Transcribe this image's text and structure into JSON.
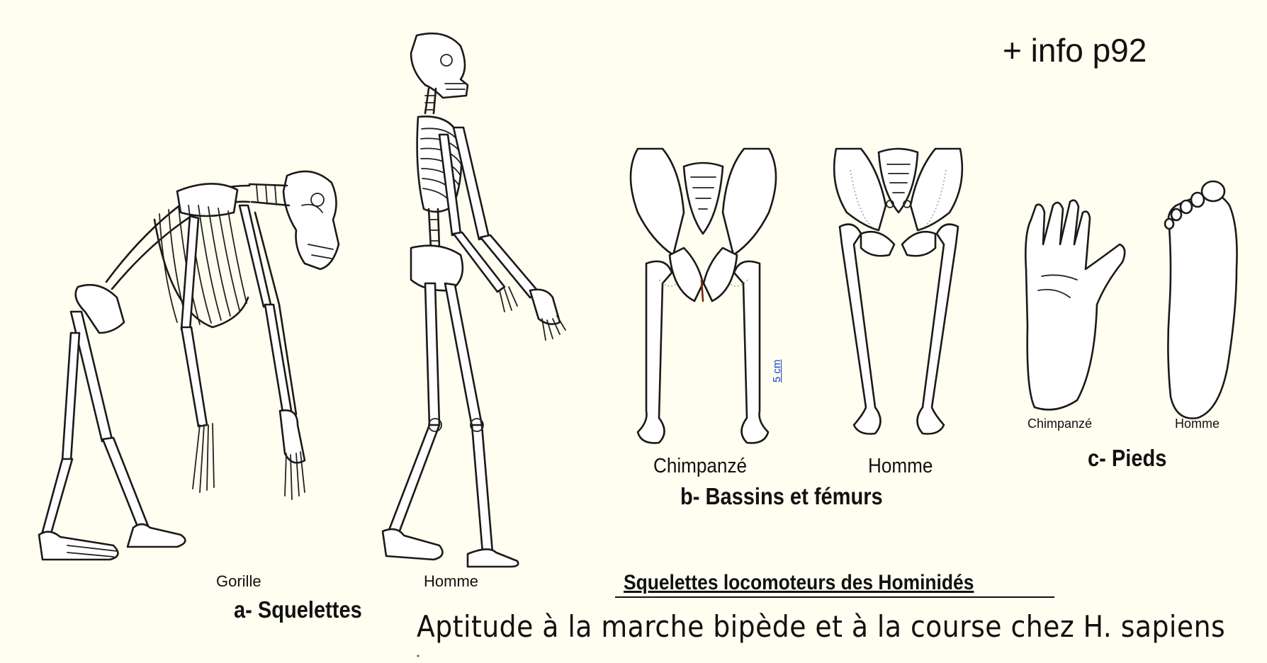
{
  "info_note": "+ info p92",
  "panel_a": {
    "label": "a- Squelettes",
    "left_label": "Gorille",
    "right_label": "Homme"
  },
  "panel_b": {
    "label": "b- Bassins et fémurs",
    "left_label": "Chimpanzé",
    "right_label": "Homme",
    "scale_label": "5 cm"
  },
  "panel_c": {
    "label": "c- Pieds",
    "left_label": "Chimpanzé",
    "right_label": "Homme"
  },
  "title": "Squelettes locomoteurs des Hominidés",
  "subtitle": "Aptitude à la marche bipède et à la course chez H. sapiens"
}
